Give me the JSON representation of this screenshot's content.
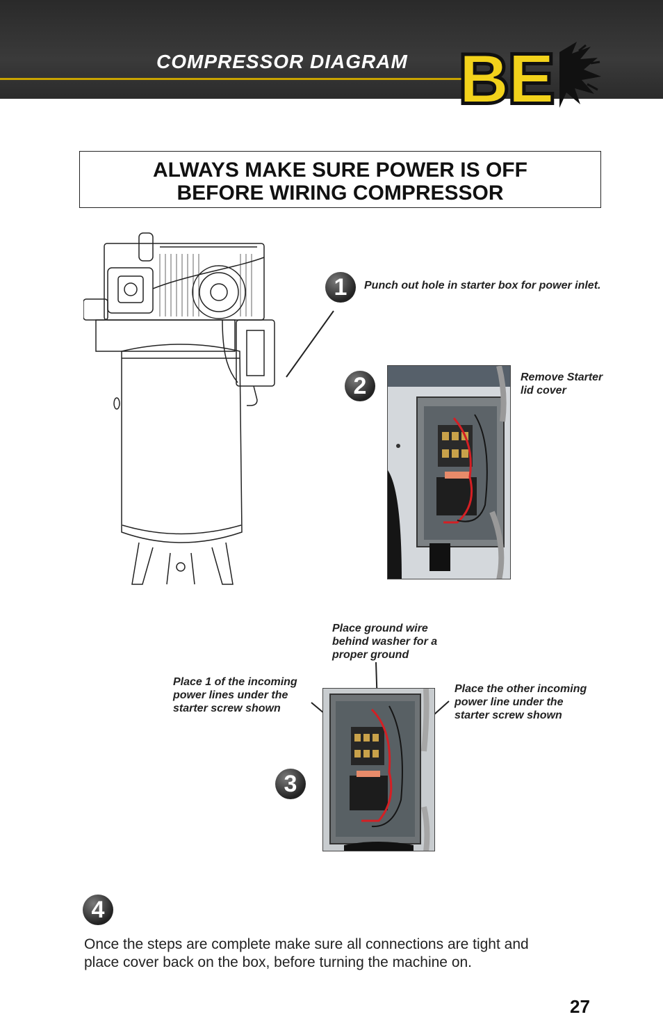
{
  "header": {
    "title": "COMPRESSOR DIAGRAM",
    "logo_text": "BE",
    "brand_color": "#f2d21b"
  },
  "warning": {
    "line1": "ALWAYS MAKE SURE POWER IS OFF",
    "line2": "BEFORE WIRING COMPRESSOR"
  },
  "steps": [
    {
      "number": "1",
      "caption": "Punch out hole in starter box for power inlet."
    },
    {
      "number": "2",
      "caption_line1": "Remove Starter",
      "caption_line2": "lid cover"
    },
    {
      "number": "3",
      "ground_caption": [
        "Place ground wire",
        "behind washer for a",
        "proper ground"
      ],
      "left_caption": [
        "Place 1 of the incoming",
        "power lines under the",
        "starter screw shown"
      ],
      "right_caption": [
        "Place the other incoming",
        "power line under the",
        "starter screw shown"
      ]
    },
    {
      "number": "4"
    }
  ],
  "footer": {
    "line1": "Once the steps are complete make sure all connections are tight and",
    "line2": "place cover back on the box, before turning the machine on."
  },
  "page_number": "27"
}
